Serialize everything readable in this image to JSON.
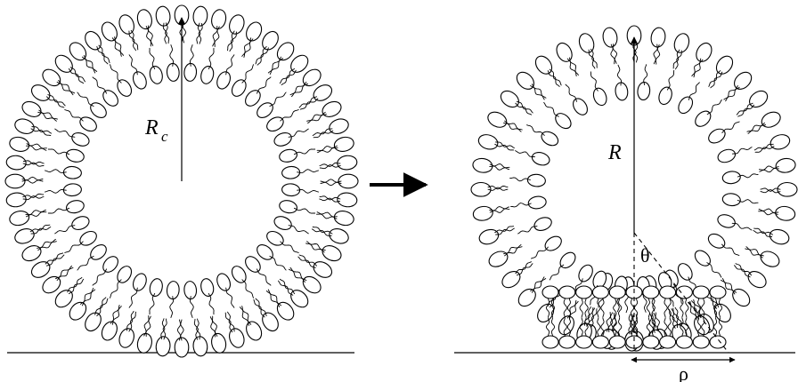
{
  "labels": {
    "radius_left": "R",
    "radius_left_sub": "c",
    "radius_right": "R",
    "angle": "θ",
    "contact": "ρ"
  },
  "colors": {
    "ink": "#000000",
    "background": "#ffffff"
  }
}
